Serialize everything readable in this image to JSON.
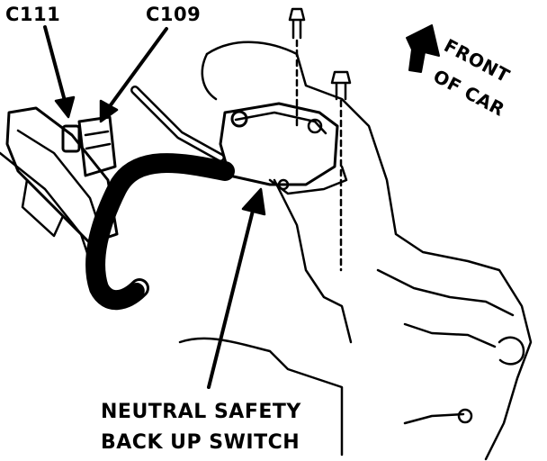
{
  "labels": {
    "c111": "C111",
    "c109": "C109",
    "front_line1": "FRONT",
    "front_line2": "OF CAR",
    "switch_line1": "NEUTRAL SAFETY",
    "switch_line2": "BACK UP SWITCH"
  },
  "colors": {
    "ink": "#000000",
    "paper": "#ffffff"
  }
}
